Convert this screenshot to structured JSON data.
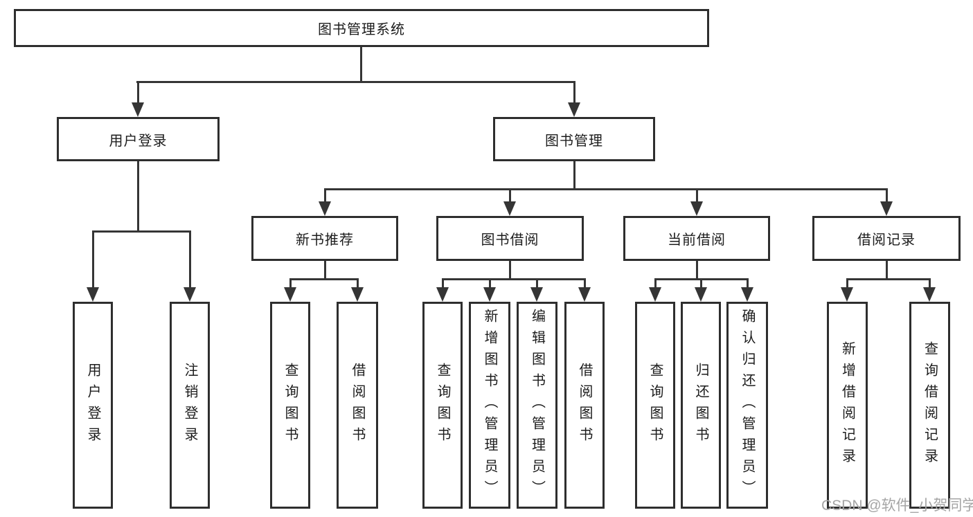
{
  "diagram": {
    "title": "图书管理系统",
    "type": "functional-structure-tree"
  },
  "tree": {
    "label": "图书管理系统",
    "children": [
      {
        "label": "用户登录",
        "children": [
          {
            "label": "用户登录"
          },
          {
            "label": "注销登录"
          }
        ]
      },
      {
        "label": "图书管理",
        "children": [
          {
            "label": "新书推荐",
            "children": [
              {
                "label": "查询图书"
              },
              {
                "label": "借阅图书"
              }
            ]
          },
          {
            "label": "图书借阅",
            "children": [
              {
                "label": "查询图书"
              },
              {
                "label": "新增图书（管理员）"
              },
              {
                "label": "编辑图书（管理员）"
              },
              {
                "label": "借阅图书"
              }
            ]
          },
          {
            "label": "当前借阅",
            "children": [
              {
                "label": "查询图书"
              },
              {
                "label": "归还图书"
              },
              {
                "label": "确认归还（管理员）"
              }
            ]
          },
          {
            "label": "借阅记录",
            "children": [
              {
                "label": "新增借阅记录"
              },
              {
                "label": "查询借阅记录"
              }
            ]
          }
        ]
      }
    ]
  },
  "watermark": {
    "text": "CSDN @软件_小贺同学"
  },
  "colors": {
    "background": "#ffffff",
    "box_border": "#2e2e2e",
    "line": "#353535",
    "text": "#1c1c1c",
    "watermark": "#a5a5a5"
  }
}
